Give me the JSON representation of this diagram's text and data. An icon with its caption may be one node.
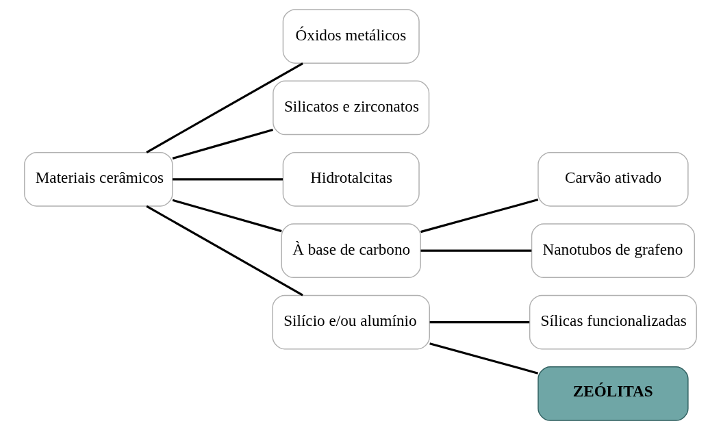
{
  "diagram": {
    "nodes": [
      {
        "text": [
          "Materiais cerâmicos"
        ]
      },
      {
        "text": [
          "Óxidos metálicos"
        ]
      },
      {
        "text": [
          "Silicatos e zirconatos"
        ]
      },
      {
        "text": [
          "Hidrotalcitas"
        ]
      },
      {
        "text": [
          "À base de carbono"
        ]
      },
      {
        "text": [
          "Carvão ativado"
        ]
      },
      {
        "text": [
          "Nanotubos de grafeno"
        ]
      },
      {
        "text": [
          "Silício e/ou alumínio"
        ]
      },
      {
        "text": [
          "Sílicas funcionalizadas"
        ]
      },
      {
        "text": [
          "ZEÓLITAS"
        ]
      }
    ],
    "edges": [
      {
        "from": 0,
        "to": 1,
        "arrow": "none"
      },
      {
        "from": 0,
        "to": 2,
        "arrow": "none"
      },
      {
        "from": 0,
        "to": 3,
        "arrow": "none"
      },
      {
        "from": 0,
        "to": 4,
        "arrow": "none"
      },
      {
        "from": 0,
        "to": 7,
        "arrow": "none"
      },
      {
        "from": 4,
        "to": 5,
        "arrow": "none"
      },
      {
        "from": 4,
        "to": 6,
        "arrow": "none"
      },
      {
        "from": 7,
        "to": 8,
        "arrow": "none"
      },
      {
        "from": 7,
        "to": 9,
        "arrow": "none"
      }
    ]
  }
}
